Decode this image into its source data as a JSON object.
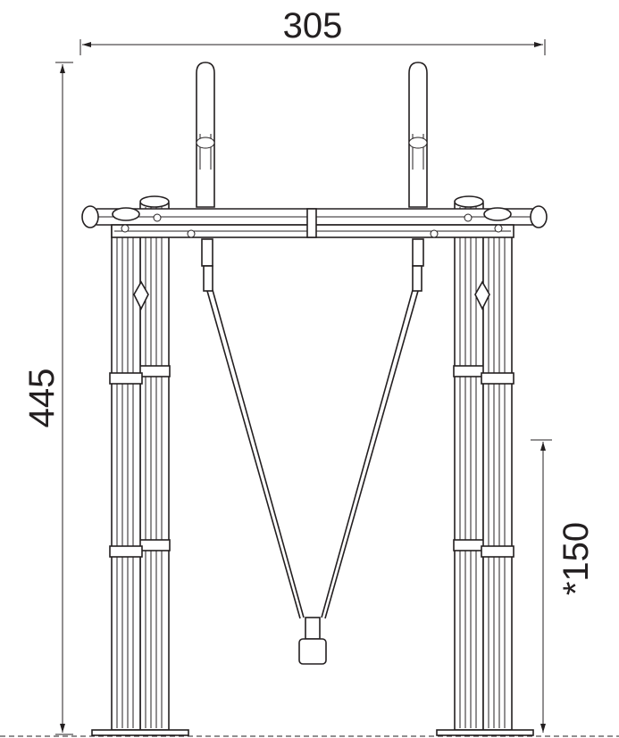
{
  "dimensions": {
    "width_label": "305",
    "height_label": "445",
    "free_height_label": "*150"
  }
}
